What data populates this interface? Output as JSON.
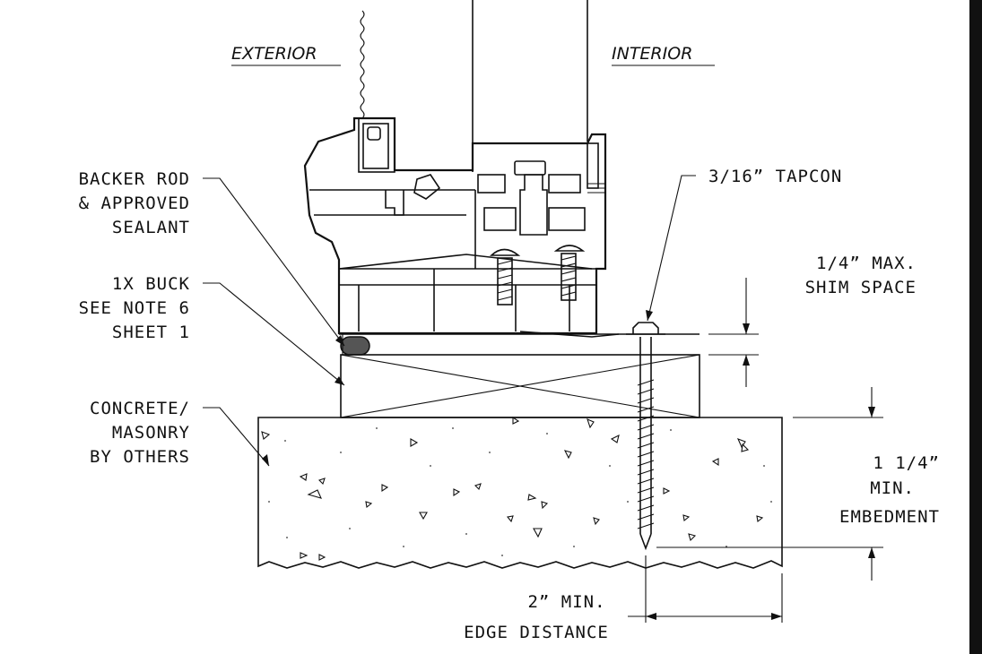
{
  "titles": {
    "exterior": "EXTERIOR",
    "interior": "INTERIOR"
  },
  "callouts": {
    "backer_rod": [
      "BACKER ROD",
      "& APPROVED",
      "SEALANT"
    ],
    "buck": [
      "1X BUCK",
      "SEE NOTE 6",
      "SHEET 1"
    ],
    "concrete": [
      "CONCRETE/",
      "MASONRY",
      "BY OTHERS"
    ],
    "tapcon": "3/16” TAPCON",
    "shim": [
      "1/4” MAX.",
      "SHIM SPACE"
    ],
    "embedment": [
      "1 1/4”",
      "MIN.",
      "EMBEDMENT"
    ],
    "edge": [
      "2” MIN.",
      "EDGE DISTANCE"
    ]
  }
}
